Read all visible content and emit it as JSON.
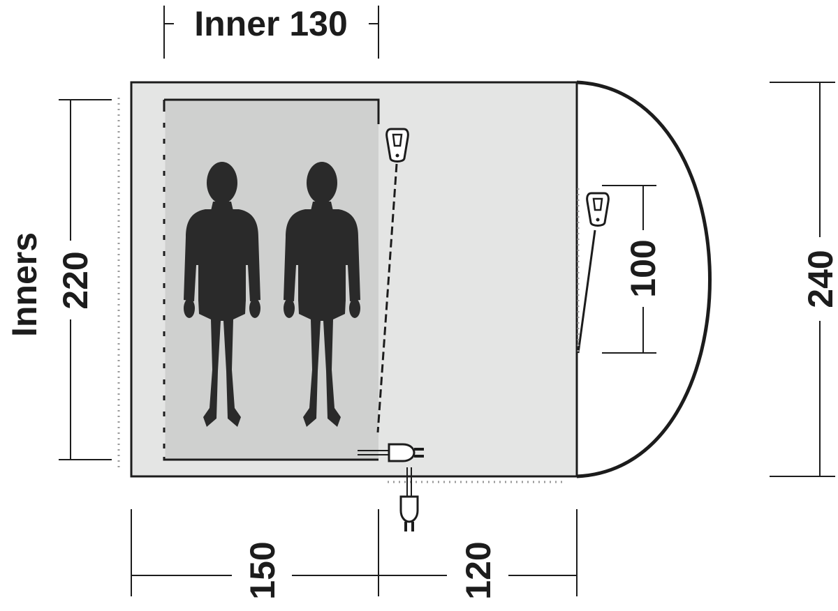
{
  "labels": {
    "inner_width": "Inner 130",
    "inner_height": "220",
    "inner_side": "Inners",
    "sleeping_length": "150",
    "porch_length": "120",
    "door_width": "100",
    "total_width": "240"
  },
  "icons": {
    "person": "person-silhouette-icon",
    "power_plug": "power-plug-icon",
    "zip_tag": "zip-pull-icon"
  },
  "colors": {
    "outline": "#1c1c1c",
    "floor": "#e4e5e4",
    "inner_tent": "#cfd0cf",
    "silhouette": "#2a2a2a",
    "dots": "#9a9a9a"
  }
}
